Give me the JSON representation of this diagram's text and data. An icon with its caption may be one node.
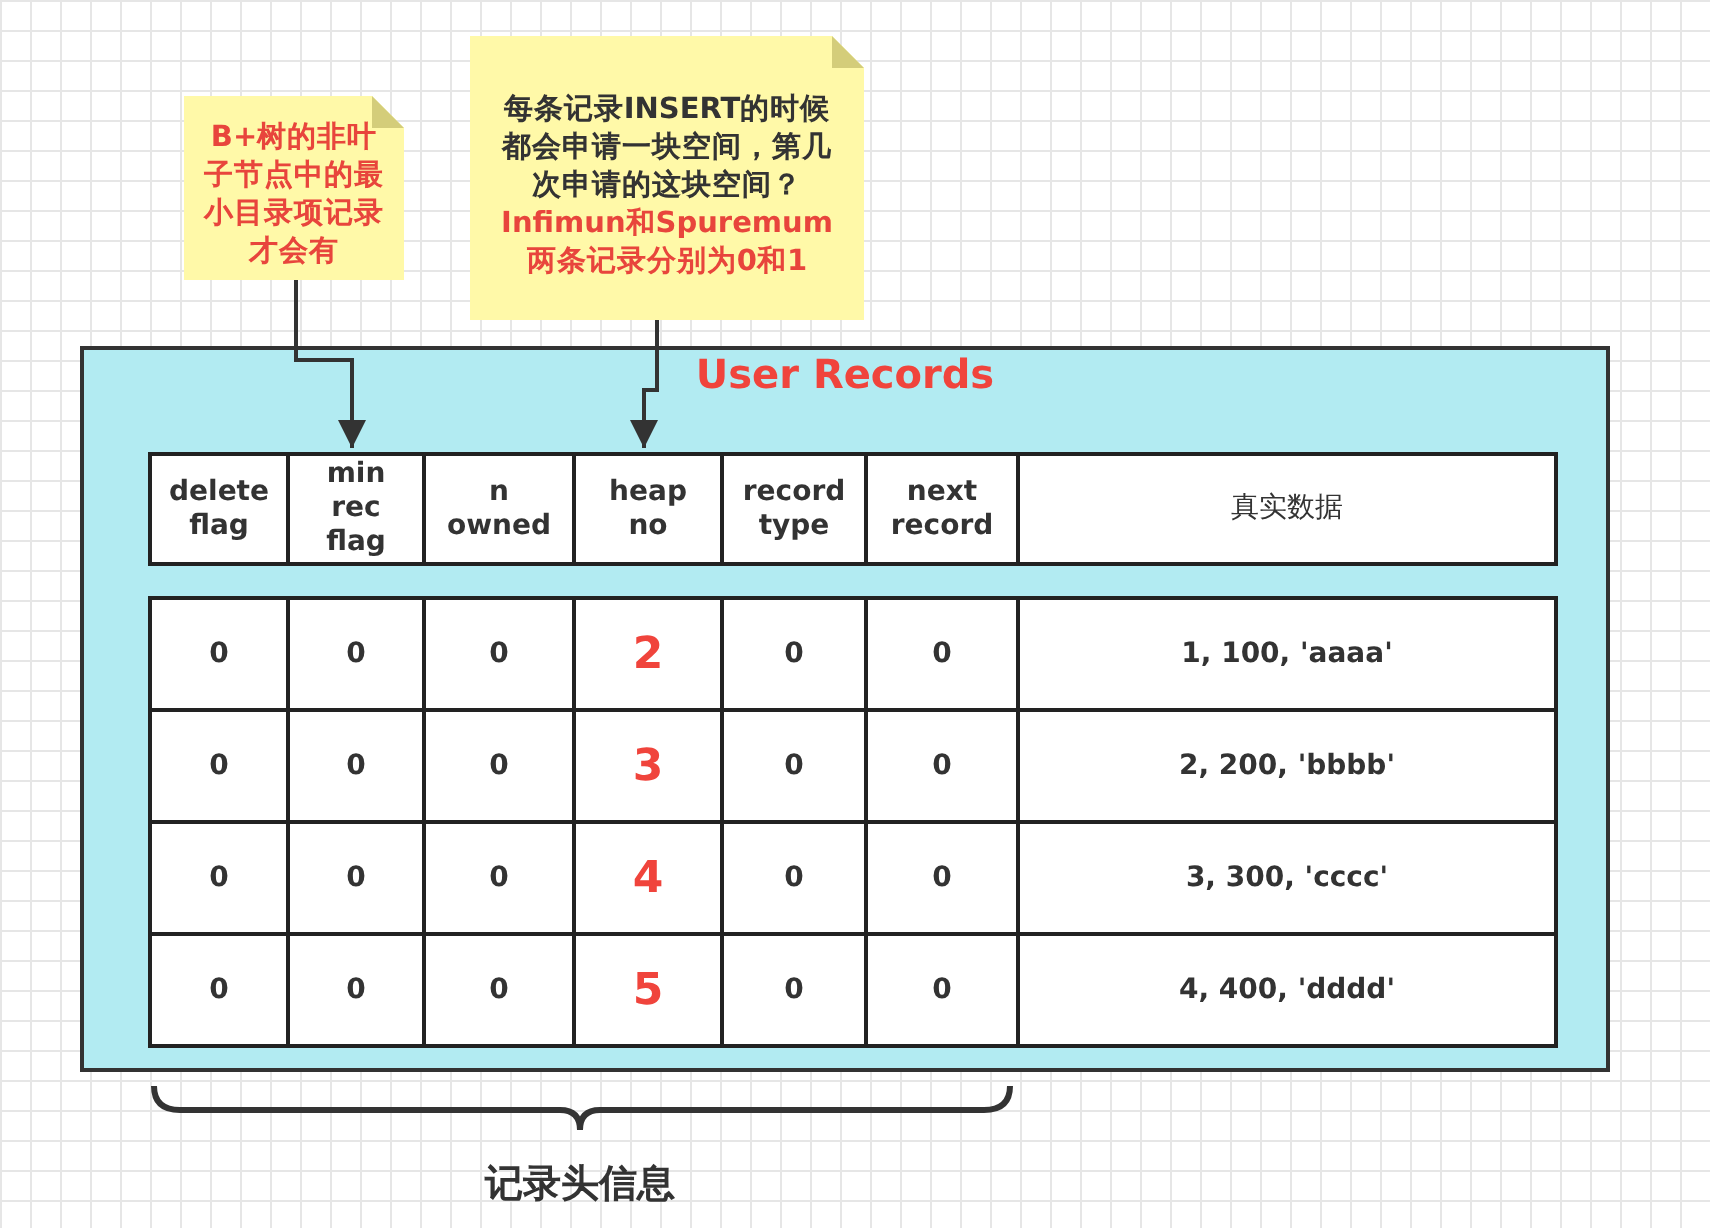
{
  "diagram": {
    "nodes": [
      {
        "text": [
          "User Records"
        ]
      },
      {
        "text": [
          "B+树的非叶子节点中的最小目录项记录才会有"
        ]
      },
      {
        "text": [
          "每条记录INSERT的时候都会申请一块空间，第几次申请的这块空间？",
          "Infimun和Spuremum两条记录分别为0和1"
        ]
      },
      {
        "text": [
          "delete flag"
        ],
        "in": 0
      },
      {
        "text": [
          "min rec flag"
        ],
        "in": 0
      },
      {
        "text": [
          "n owned"
        ],
        "in": 0
      },
      {
        "text": [
          "heap no"
        ],
        "in": 0
      },
      {
        "text": [
          "record type"
        ],
        "in": 0
      },
      {
        "text": [
          "next record"
        ],
        "in": 0
      },
      {
        "text": [
          "真实数据"
        ],
        "in": 0
      }
    ],
    "edges": [
      {
        "from": 1,
        "to": 4,
        "arrow": "to"
      },
      {
        "from": 2,
        "to": 6,
        "arrow": "to"
      }
    ],
    "labels": [
      "0",
      "0",
      "0",
      "2",
      "0",
      "0",
      "1, 100, 'aaaa'",
      "0",
      "0",
      "0",
      "3",
      "0",
      "0",
      "2, 200, 'bbbb'",
      "0",
      "0",
      "0",
      "4",
      "0",
      "0",
      "3, 300, 'cccc'",
      "0",
      "0",
      "0",
      "5",
      "0",
      "0",
      "4, 400, 'dddd'",
      "记录头信息"
    ]
  }
}
